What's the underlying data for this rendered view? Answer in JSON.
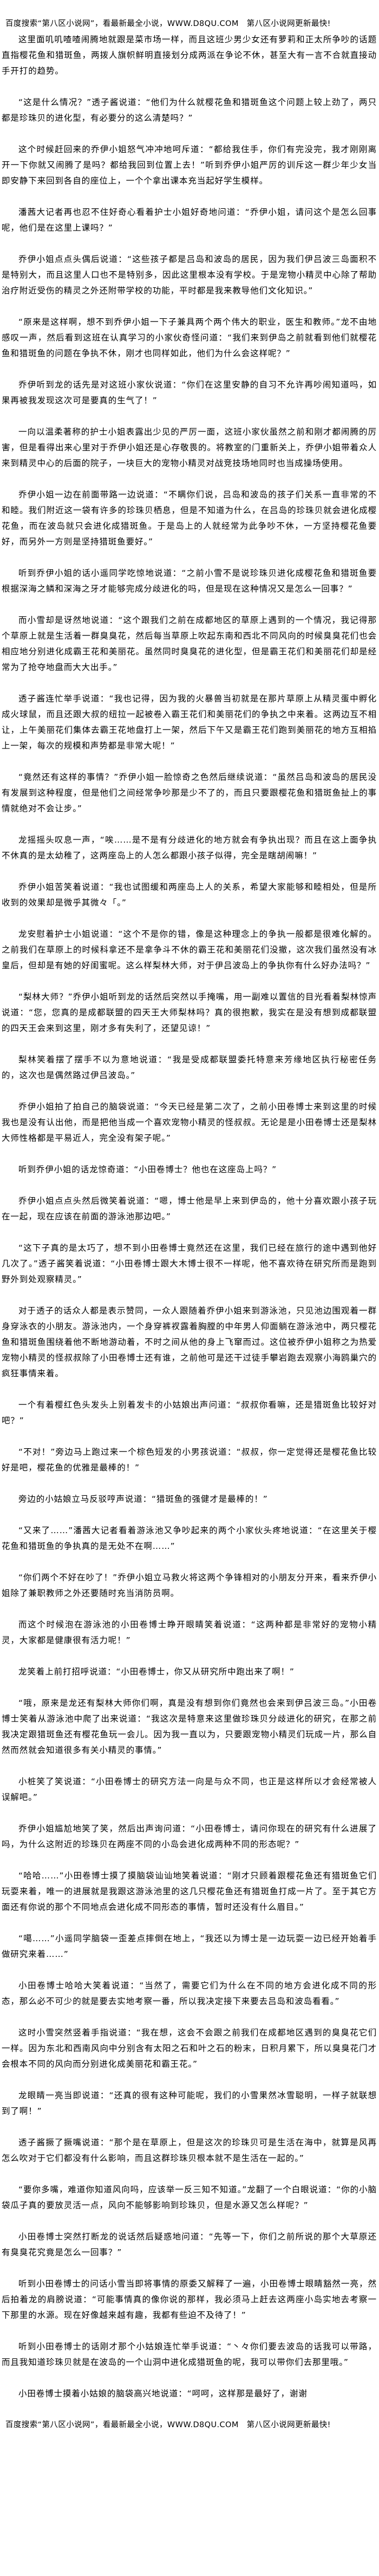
{
  "banner": "百度搜索“第八区小说网”，看最新最全小说，WWW.D8QU.COM　第八区小说网更新最快!",
  "paragraphs": [
    "这里面叽叽喳喳闹腾地就跟是菜市场一样，而且这班少男少女还有萝莉和正太所争吵的话题直指樱花鱼和猎斑鱼，两拨人旗帜鲜明直接划分成两派在争论不休，甚至大有一言不合就直接动手开打的趋势。",
    "“这是什么情况？”透子酱说道：“他们为什么就樱花鱼和猎斑鱼这个问题上较上劲了，两只都是珍珠贝的进化型，有必要分的这么清楚吗？”",
    "这个时候赶回来的乔伊小姐怒气冲冲地呵斥道：“都给我住手，你们有完没完，我才刚刚离开一下你就又闹腾了是吗？都给我回到位置上去！”听到乔伊小姐严厉的训斥这一群少年少女当即安静下来回到各自的座位上，一个个拿出课本充当起好学生模样。",
    "潘茜大记者再也忍不住好奇心看着护士小姐好奇地问道：“乔伊小姐，请问这个是怎么回事呢，他们是在这里上课吗？”",
    "乔伊小姐点点头偶后说道：“这些孩子都是吕岛和波岛的居民，因为我们伊吕波三岛面积不是特别大，而且这里人口也不是特别多，因此这里根本没有学校。于是宠物小精灵中心除了帮助治疗附近受伤的精灵之外还附带学校的功能，平时都是我来教导他们文化知识。”",
    "“原来是这样啊，想不到乔伊小姐一下子兼具两个两个伟大的职业，医生和教师。”龙不由地感叹一声，然后看到这班在认真学习的小家伙奇怪问道：“我们来到伊岛之前就看到他们就樱花鱼和猎斑鱼的问题在争执不休，刚才也同样如此，他们为什么会这样呢？”",
    "乔伊听到龙的话先是对这班小家伙说道：“你们在这里安静的自习不允许再吵闹知道吗，如果再被我发现这次可是要真的生气了！”",
    "一向以温柔著称的护士小姐表露出少见的严厉一面，这班小家伙虽然之前和刚才都闹腾的厉害，但是看得出来心里对于乔伊小姐还是心存敬畏的。将教室的门重新关上，乔伊小姐带着众人来到精灵中心的后面的院子，一块巨大的宠物小精灵对战竞技场地同时也当成操场使用。",
    "乔伊小姐一边在前面带路一边说道：“不瞒你们说，吕岛和波岛的孩子们关系一直非常的不和睦。我们附近这一袋有许多的珍珠贝栖息，但是不知道为什么，在吕岛的珍珠贝就会进化成樱花鱼，而在波岛就只会进化成猎斑鱼。于是岛上的人就经常为此争吵不休，一方坚持樱花鱼要好，而另外一方则是坚持猎斑鱼要好。”",
    "听到乔伊小姐的话小遥同学吃惊地说道：“之前小雪不是说珍珠贝进化成樱花鱼和猎斑鱼要根据深海之鳞和深海之牙才能够完成分歧进化的吗，但是现在这种情况又是怎么一回事？”",
    "而小雪却是讶然地说道：“这个跟我们之前在成都地区的草原上遇到的一个情况，我记得那个草原上就是生活着一群臭臭花，然后每当草原上吹起东南和西北不同风向的时候臭臭花们也会相应地分别进化成霸王花和美丽花。虽然同时臭臭花的进化型，但是霸王花们和美丽花们却是经常为了抢夺地盘而大大出手。”",
    "透子酱连忙举手说道：“我也记得，因为我的火暴兽当初就是在那片草原上从精灵蛋中孵化成火球鼠，而且还跟大叔的纽拉一起被卷入霸王花们和美丽花们的争执之中来着。这两边互不相让，上午美丽花们集体去霸王花地盘打上一架，然后下午又是霸王花们跑到美丽花的地方互相掐上一架，每次的规模和声势都是非常大呢！”",
    "“竟然还有这样的事情？”乔伊小姐一脸惊奇之色然后继续说道：“虽然吕岛和波岛的居民没有发展到这种程度，但是他们之间经常争吵那是少不了的，而且只要跟樱花鱼和猎斑鱼扯上的事情就绝对不会让步。”",
    "龙摇摇头叹息一声，“唉……是不是有分歧进化的地方就会有争执出现？而且在这上面争执不休真的是太幼稚了，这两座岛上的人怎么都跟小孩子似得，完全是瞎胡闹嘛！”",
    "乔伊小姐苦笑着说道：“我也试图缓和两座岛上人的关系，希望大家能够和睦相处，但是所收到的效果却是微乎其微々「。”",
    "龙安慰着护士小姐说道：“这个不是你的错，像是这种理念上的争执一般都是很难化解的。之前我们在草原上的时候科拿还不是拿争斗不休的霸王花和美丽花们没撤，这次我们虽然没有冰皇后，但却是有她的好闺蜜呢。这么样梨林大师，对于伊吕波岛上的争执你有什么好办法吗？”",
    "“梨林大师？”乔伊小姐听到龙的话然后突然以手掩嘴，用一副难以置信的目光看着梨林惊声说道：“您，您真的是成都联盟的四天王大师梨林吗？真的很抱歉，我实在是没有想到成都联盟的四天王会来到这里，刚才多有失利了，还望见谅！”",
    "梨林笑着摆了摆手不以为意地说道：“我是受成都联盟委托特意来芳缘地区执行秘密任务的，这次也是偶然路过伊吕波岛。”",
    "乔伊小姐拍了拍自己的脑袋说道：“今天已经是第二次了，之前小田卷博士来到这里的时候我也是没有认出他，而是把他当成一个喜欢宠物小精灵的怪叔叔。无论是是小田卷博士还是梨林大师性格都是平易近人，完全没有架子呢。”",
    "听到乔伊小姐的话龙惊奇道：“小田卷博士？他也在这座岛上吗？”",
    "乔伊小姐点点头然后微笑着说道：“嗯，博士他是早上来到伊岛的，他十分喜欢跟小孩子玩在一起，现在应该在前面的游泳池那边吧。”",
    "“这下子真的是太巧了，想不到小田卷博士竟然还在这里，我们已经在旅行的途中遇到他好几次了。”透子酱笑着说道：“小田卷博士跟大木博士很不一样呢，他不喜欢待在研究所而是跑到野外到处观察精灵。”",
    "对于透子的话众人都是表示赞同，一众人跟随着乔伊小姐来到游泳池，只见池边围观着一群身穿泳衣的小朋友。游泳池内，一个身穿裤衩露着胸膛的中年男人仰面躺在游泳池中，两只樱花鱼和猎斑鱼围绕着他不断地游动着，不时之间从他的身上飞窜而过。这位被乔伊小姐称之为热爱宠物小精灵的怪叔叔除了小田卷博士还有谁，之前他可是还干过徒手攀岩跑去观察小海鸥巢穴的疯狂事情来着。",
    "一个有着樱红色头发头上别着发卡的小姑娘出声问道：“叔叔你看嘛，还是猎斑鱼比较好对吧？”",
    "“不对！”旁边马上跑过来一个棕色短发的小男孩说道：“叔叔，你一定觉得还是樱花鱼比较好是吧，樱花鱼的优雅是最棒的！”",
    "旁边的小姑娘立马反驳哼声说道：“猎斑鱼的强健才是最棒的！”",
    "“又来了……”潘茜大记者看着游泳池又争吵起来的两个小家伙头疼地说道：“在这里关于樱花鱼和猎斑鱼的争执真的是无处不在啊……”",
    "“你们两个不好在吵了！”乔伊小姐立马救火将这两个争锋相对的小朋友分开来，看来乔伊小姐除了兼职教师之外还要随时充当消防员啊。",
    "而这个时候泡在游泳池的小田卷博士睁开眼睛笑着说道：“这两种都是非常好的宠物小精灵，大家都是健康很有活力呢！”",
    "龙笑着上前打招呼说道：“小田卷博士，你又从研究所中跑出来了啊！”",
    "“哦，原来是龙还有梨林大师你们啊，真是没有想到你们竟然也会来到伊吕波三岛。”小田卷博士笑着从游泳池中爬了出来说道：“我这次是特意来这里做珍珠贝分歧进化的研究，在那之前我决定跟猎斑鱼还有樱花鱼玩一会儿。因为我一直以为，只要跟宠物小精灵们玩成一片，那么自然而然就会知道很多有关小精灵的事情。”",
    "小桩笑了笑说道：“小田卷博士的研究方法一向是与众不同，也正是这样所以才会经常被人误解吧。”",
    "乔伊小姐尴尬地笑了笑，然后出声询问道：“小田卷博士，请问你现在的研究有什么进展了吗，为什么这附近的珍珠贝在两座不同的小岛会进化成两种不同的形态呢？”",
    "“哈哈……”小田卷博士摸了摸脑袋讪讪地笑着说道：“刚才只顾着跟樱花鱼还有猎斑鱼它们玩耍来着，唯一的进展就是我跟这游泳池里的这几只樱花鱼还有猎斑鱼打成一片了。至于其它方面还有你说的那个不同地点会进化成不同形态的事情，暂时还没有什么眉目。”",
    "“噶……”小遥同学脑袋一歪差点摔倒在地上，“我还以为博士是一边玩耍一边已经开始着手做研究来着……”",
    "小田卷博士哈哈大笑着说道：“当然了，需要它们为什么在不同的地方会进化成不同的形态，那么必不可少的就是要去实地考察一番，所以我决定接下来要去吕岛和波岛看看。”",
    "这时小雪突然竖着手指说道：“我在想，这会不会跟之前我们在成都地区遇到的臭臭花它们一样。因为东北和西南风向中分别含有太阳之石和叶之石的粉末，日积月累下，所以臭臭花门才会根本不同的风向而分别进化成美丽花和霸王花。”",
    "龙眼睛一亮当即说道：“还真的很有这种可能呢，我们的小雪果然冰雪聪明，一样子就联想到了啊！”",
    "透子酱撅了撅嘴说道：“那个是在草原上，但是这次的珍珠贝可是生活在海中，就算是风再怎么吹对于它们都没有什么影响，而且这群珍珠贝根本就不是生活在一起的。”",
    "“要你多嘴，难道你知道风向吗，应该举一反三知不知道。”龙翻了一个白眼说道：“你的小脑袋瓜子真的要放灵活一点，风向不能够影响到珍珠贝，但是水源又怎么样呢？”",
    "小田卷博士突然打断龙的说话然后疑惑地问道：“先等一下，你们之前所说的那个大草原还有臭臭花究竟是怎么一回事？”",
    "听到小田卷博士的问话小雪当即将事情的原委又解释了一遍，小田卷博士眼睛豁然一亮，然后拍着龙的肩膀说道：“可能事情真的像你说的那样，我必须马上赶去这两座小岛实地去考察一下那里的水源。现在好像越来越有趣，我都有些迫不及待了！”",
    "听到小田卷博士的话刚才那个小姑娘连忙举手说道：“丶々你们要去波岛的话我可以带路，而且我知道珍珠贝就是在波岛的一个山洞中进化成猎斑鱼的呢，我可以带你们去那里哦。”",
    "小田卷博士摸着小姑娘的脑袋高兴地说道：“呵呵，这样那是最好了，谢谢"
  ]
}
